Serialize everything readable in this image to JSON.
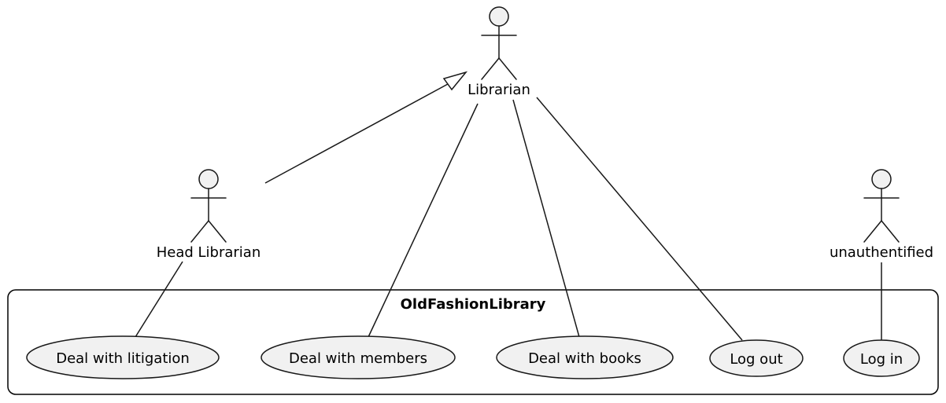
{
  "diagram": {
    "type": "UML use case diagram",
    "colors": {
      "stroke": "#181818",
      "shape_fill": "#F1F1F1",
      "boundary_stroke": "#000000",
      "background": "#FFFFFF",
      "text": "#000000"
    },
    "actors": [
      {
        "label": "Librarian"
      },
      {
        "label": "Head Librarian"
      },
      {
        "label": "unauthentified"
      }
    ],
    "boundary": {
      "label": "OldFashionLibrary"
    },
    "use_cases": [
      {
        "label": "Deal with litigation"
      },
      {
        "label": "Deal with members"
      },
      {
        "label": "Deal with books"
      },
      {
        "label": "Log out"
      },
      {
        "label": "Log in"
      }
    ],
    "relationships": [
      {
        "from": "Head Librarian",
        "to": "Librarian",
        "type": "generalization"
      },
      {
        "from": "Librarian",
        "to": "Deal with members",
        "type": "association"
      },
      {
        "from": "Librarian",
        "to": "Deal with books",
        "type": "association"
      },
      {
        "from": "Librarian",
        "to": "Log out",
        "type": "association"
      },
      {
        "from": "Head Librarian",
        "to": "Deal with litigation",
        "type": "association"
      },
      {
        "from": "unauthentified",
        "to": "Log in",
        "type": "association"
      }
    ]
  }
}
